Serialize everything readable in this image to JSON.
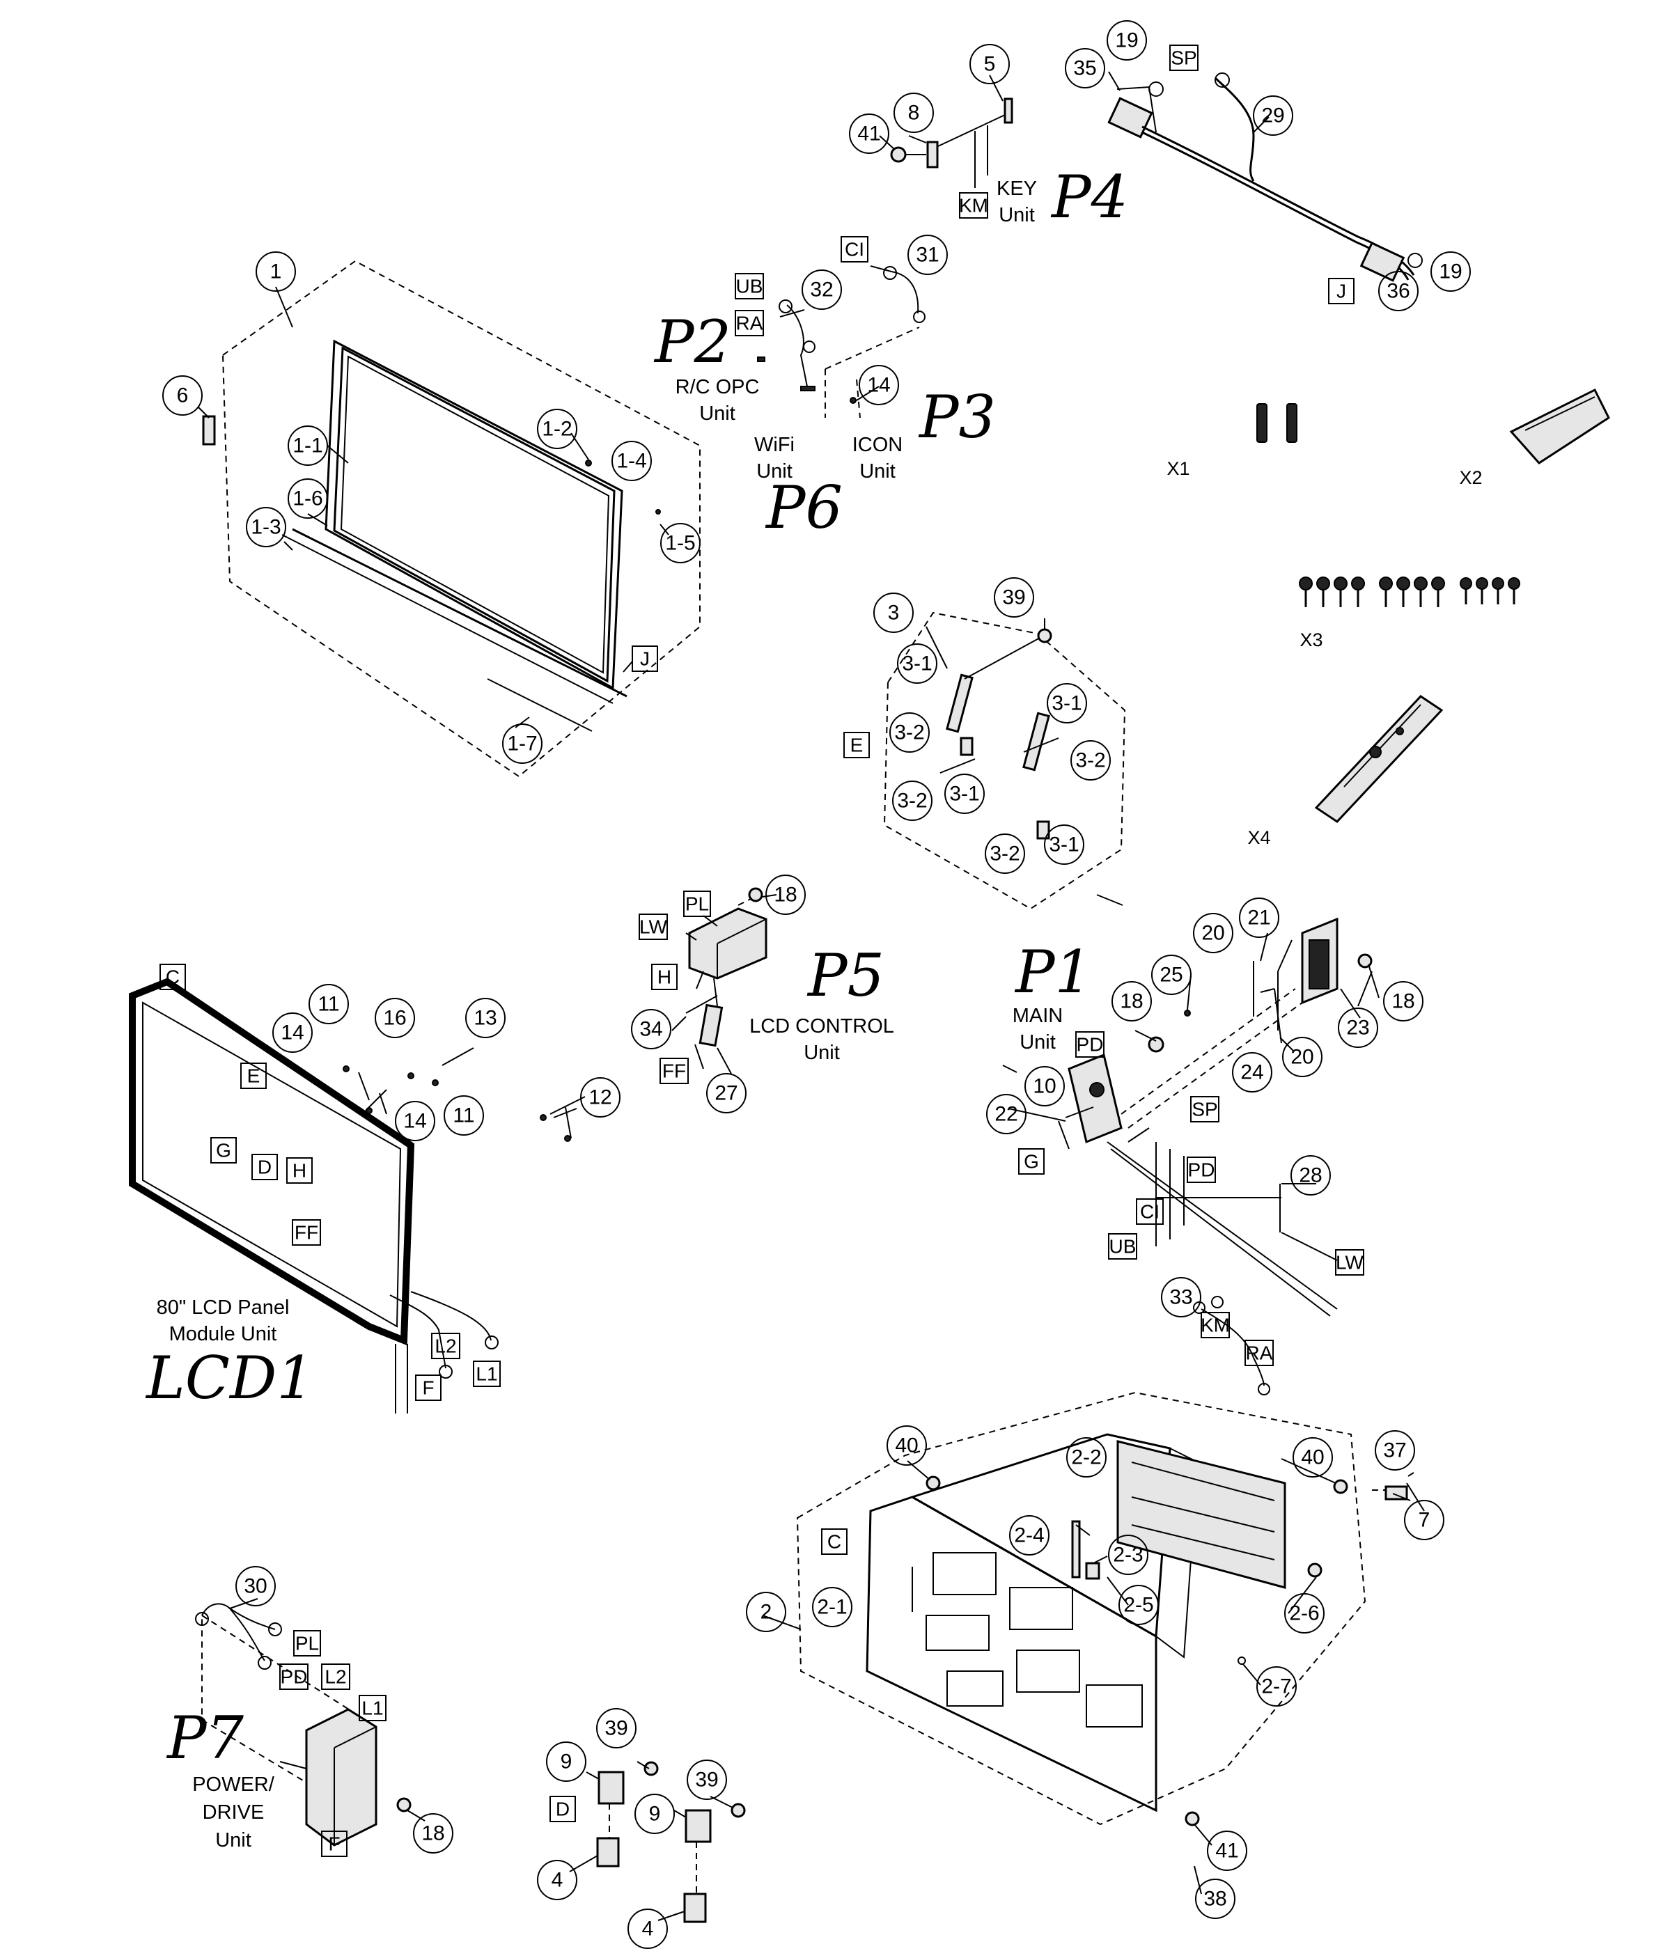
{
  "callouts": {
    "c1": "1",
    "c1_1": "1-1",
    "c1_2": "1-2",
    "c1_3": "1-3",
    "c1_4": "1-4",
    "c1_5": "1-5",
    "c1_6": "1-6",
    "c1_7": "1-7",
    "c2": "2",
    "c2_1": "2-1",
    "c2_2": "2-2",
    "c2_3": "2-3",
    "c2_4": "2-4",
    "c2_5": "2-5",
    "c2_6": "2-6",
    "c2_7": "2-7",
    "c3": "3",
    "c3_1": "3-1",
    "c3_2": "3-2",
    "c4": "4",
    "c5": "5",
    "c6": "6",
    "c7": "7",
    "c8": "8",
    "c9": "9",
    "c10": "10",
    "c11": "11",
    "c12": "12",
    "c13": "13",
    "c14": "14",
    "c16": "16",
    "c18": "18",
    "c19": "19",
    "c20": "20",
    "c21": "21",
    "c22": "22",
    "c23": "23",
    "c24": "24",
    "c25": "25",
    "c27": "27",
    "c28": "28",
    "c29": "29",
    "c30": "30",
    "c31": "31",
    "c32": "32",
    "c33": "33",
    "c34": "34",
    "c35": "35",
    "c36": "36",
    "c37": "37",
    "c38": "38",
    "c39": "39",
    "c40": "40",
    "c41": "41"
  },
  "connectors": {
    "SP": "SP",
    "J": "J",
    "KM": "KM",
    "CI": "CI",
    "UB": "UB",
    "RA": "RA",
    "E": "E",
    "C": "C",
    "G": "G",
    "D": "D",
    "H": "H",
    "FF": "FF",
    "F": "F",
    "L1": "L1",
    "L2": "L2",
    "PL": "PL",
    "LW": "LW",
    "PD": "PD"
  },
  "unit_labels": {
    "key_1": "KEY",
    "key_2": "Unit",
    "rc_1": "R/C OPC",
    "rc_2": "Unit",
    "wifi_1": "WiFi",
    "wifi_2": "Unit",
    "icon_1": "ICON",
    "icon_2": "Unit",
    "lcd_control_1": "LCD CONTROL",
    "lcd_control_2": "Unit",
    "main_1": "MAIN",
    "main_2": "Unit",
    "panel_1": "80\" LCD Panel",
    "panel_2": "Module Unit",
    "power_1": "POWER/",
    "power_2": "DRIVE",
    "power_3": "Unit"
  },
  "accessories": {
    "x1": "X1",
    "x2": "X2",
    "x3": "X3",
    "x4": "X4"
  },
  "handwritten": {
    "p1": "P1",
    "p2": "P2",
    "p3": "P3",
    "p4": "P4",
    "p5": "P5",
    "p6": "P6",
    "p7": "P7",
    "lcd1": "LCD1"
  }
}
